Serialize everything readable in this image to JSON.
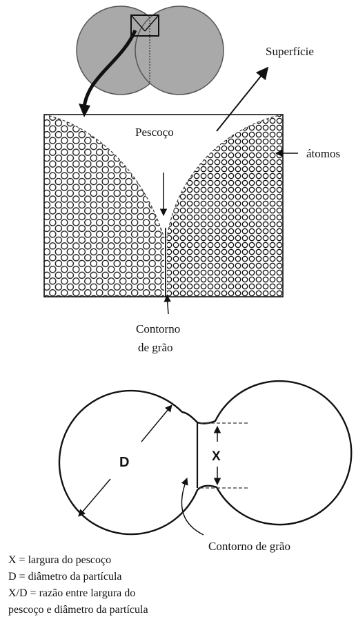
{
  "top_diagram": {
    "label_surface": "Superfície",
    "label_neck": "Pescoço",
    "label_atoms": "átomos",
    "label_grain_boundary_line1": "Contorno",
    "label_grain_boundary_line2": "de grão"
  },
  "bottom_diagram": {
    "label_d": "D",
    "label_x": "X",
    "label_grain_boundary": "Contorno de grão"
  },
  "legend": {
    "line1": "X = largura do pescoço",
    "line2": "D = diâmetro da partícula",
    "line3": "X/D = razão entre largura do",
    "line4": "pescoço e diâmetro da partícula"
  },
  "colors": {
    "particle_fill": "#a9a9a9",
    "ink": "#111111"
  }
}
